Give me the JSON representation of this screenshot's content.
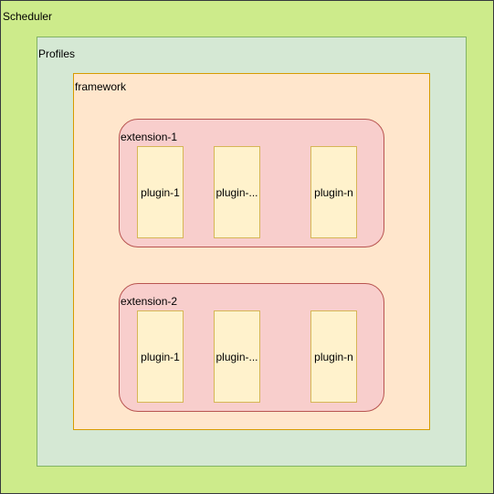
{
  "diagram": {
    "scheduler": {
      "label": "Scheduler"
    },
    "profiles": {
      "label": "Profiles"
    },
    "framework": {
      "label": "framework"
    },
    "extensions": [
      {
        "label": "extension-1",
        "plugins": [
          "plugin-1",
          "plugin-...",
          "plugin-n"
        ]
      },
      {
        "label": "extension-2",
        "plugins": [
          "plugin-1",
          "plugin-...",
          "plugin-n"
        ]
      }
    ]
  },
  "colors": {
    "scheduler_fill": "#cdeb8b",
    "profiles_fill": "#d5e8d4",
    "framework_fill": "#ffe6cc",
    "extension_fill": "#f8cecc",
    "plugin_fill": "#fff2cc"
  }
}
